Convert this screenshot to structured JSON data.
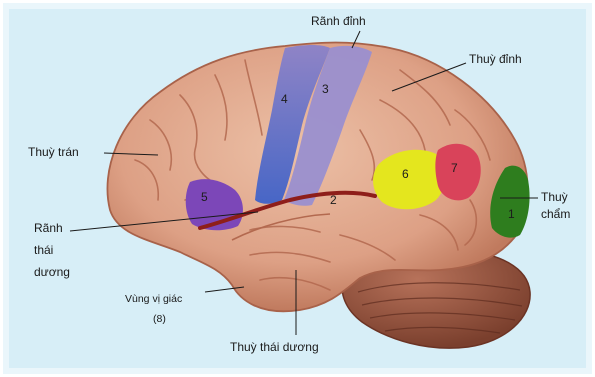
{
  "labels": {
    "ranh_dinh": "Rãnh đỉnh",
    "thuy_dinh": "Thuỳ đỉnh",
    "thuy_tran": "Thuỳ trán",
    "ranh_thai_duong": [
      "Rãnh",
      "thái",
      "dương"
    ],
    "thuy_cham": [
      "Thuỳ",
      "chẩm"
    ],
    "vung_vi_giac": [
      "Vùng vị giác",
      "(8)"
    ],
    "thuy_thai_duong": "Thuỳ thái dương"
  },
  "areas": [
    {
      "id": "1",
      "color": "#2e7d1e"
    },
    {
      "id": "2",
      "color": null
    },
    {
      "id": "3",
      "color": "#9a8fcf"
    },
    {
      "id": "4",
      "color": "#6d69b4"
    },
    {
      "id": "5",
      "color": "#7c47b8"
    },
    {
      "id": "6",
      "color": "#e4e61e"
    },
    {
      "id": "7",
      "color": "#d9435a"
    }
  ],
  "colors": {
    "background": "#d7eef7",
    "cortex": "#e2a98c",
    "cortex_dark": "#b86c52",
    "cerebellum": "#9a5a43",
    "sylvian_fissure": "#8e1e1a"
  }
}
